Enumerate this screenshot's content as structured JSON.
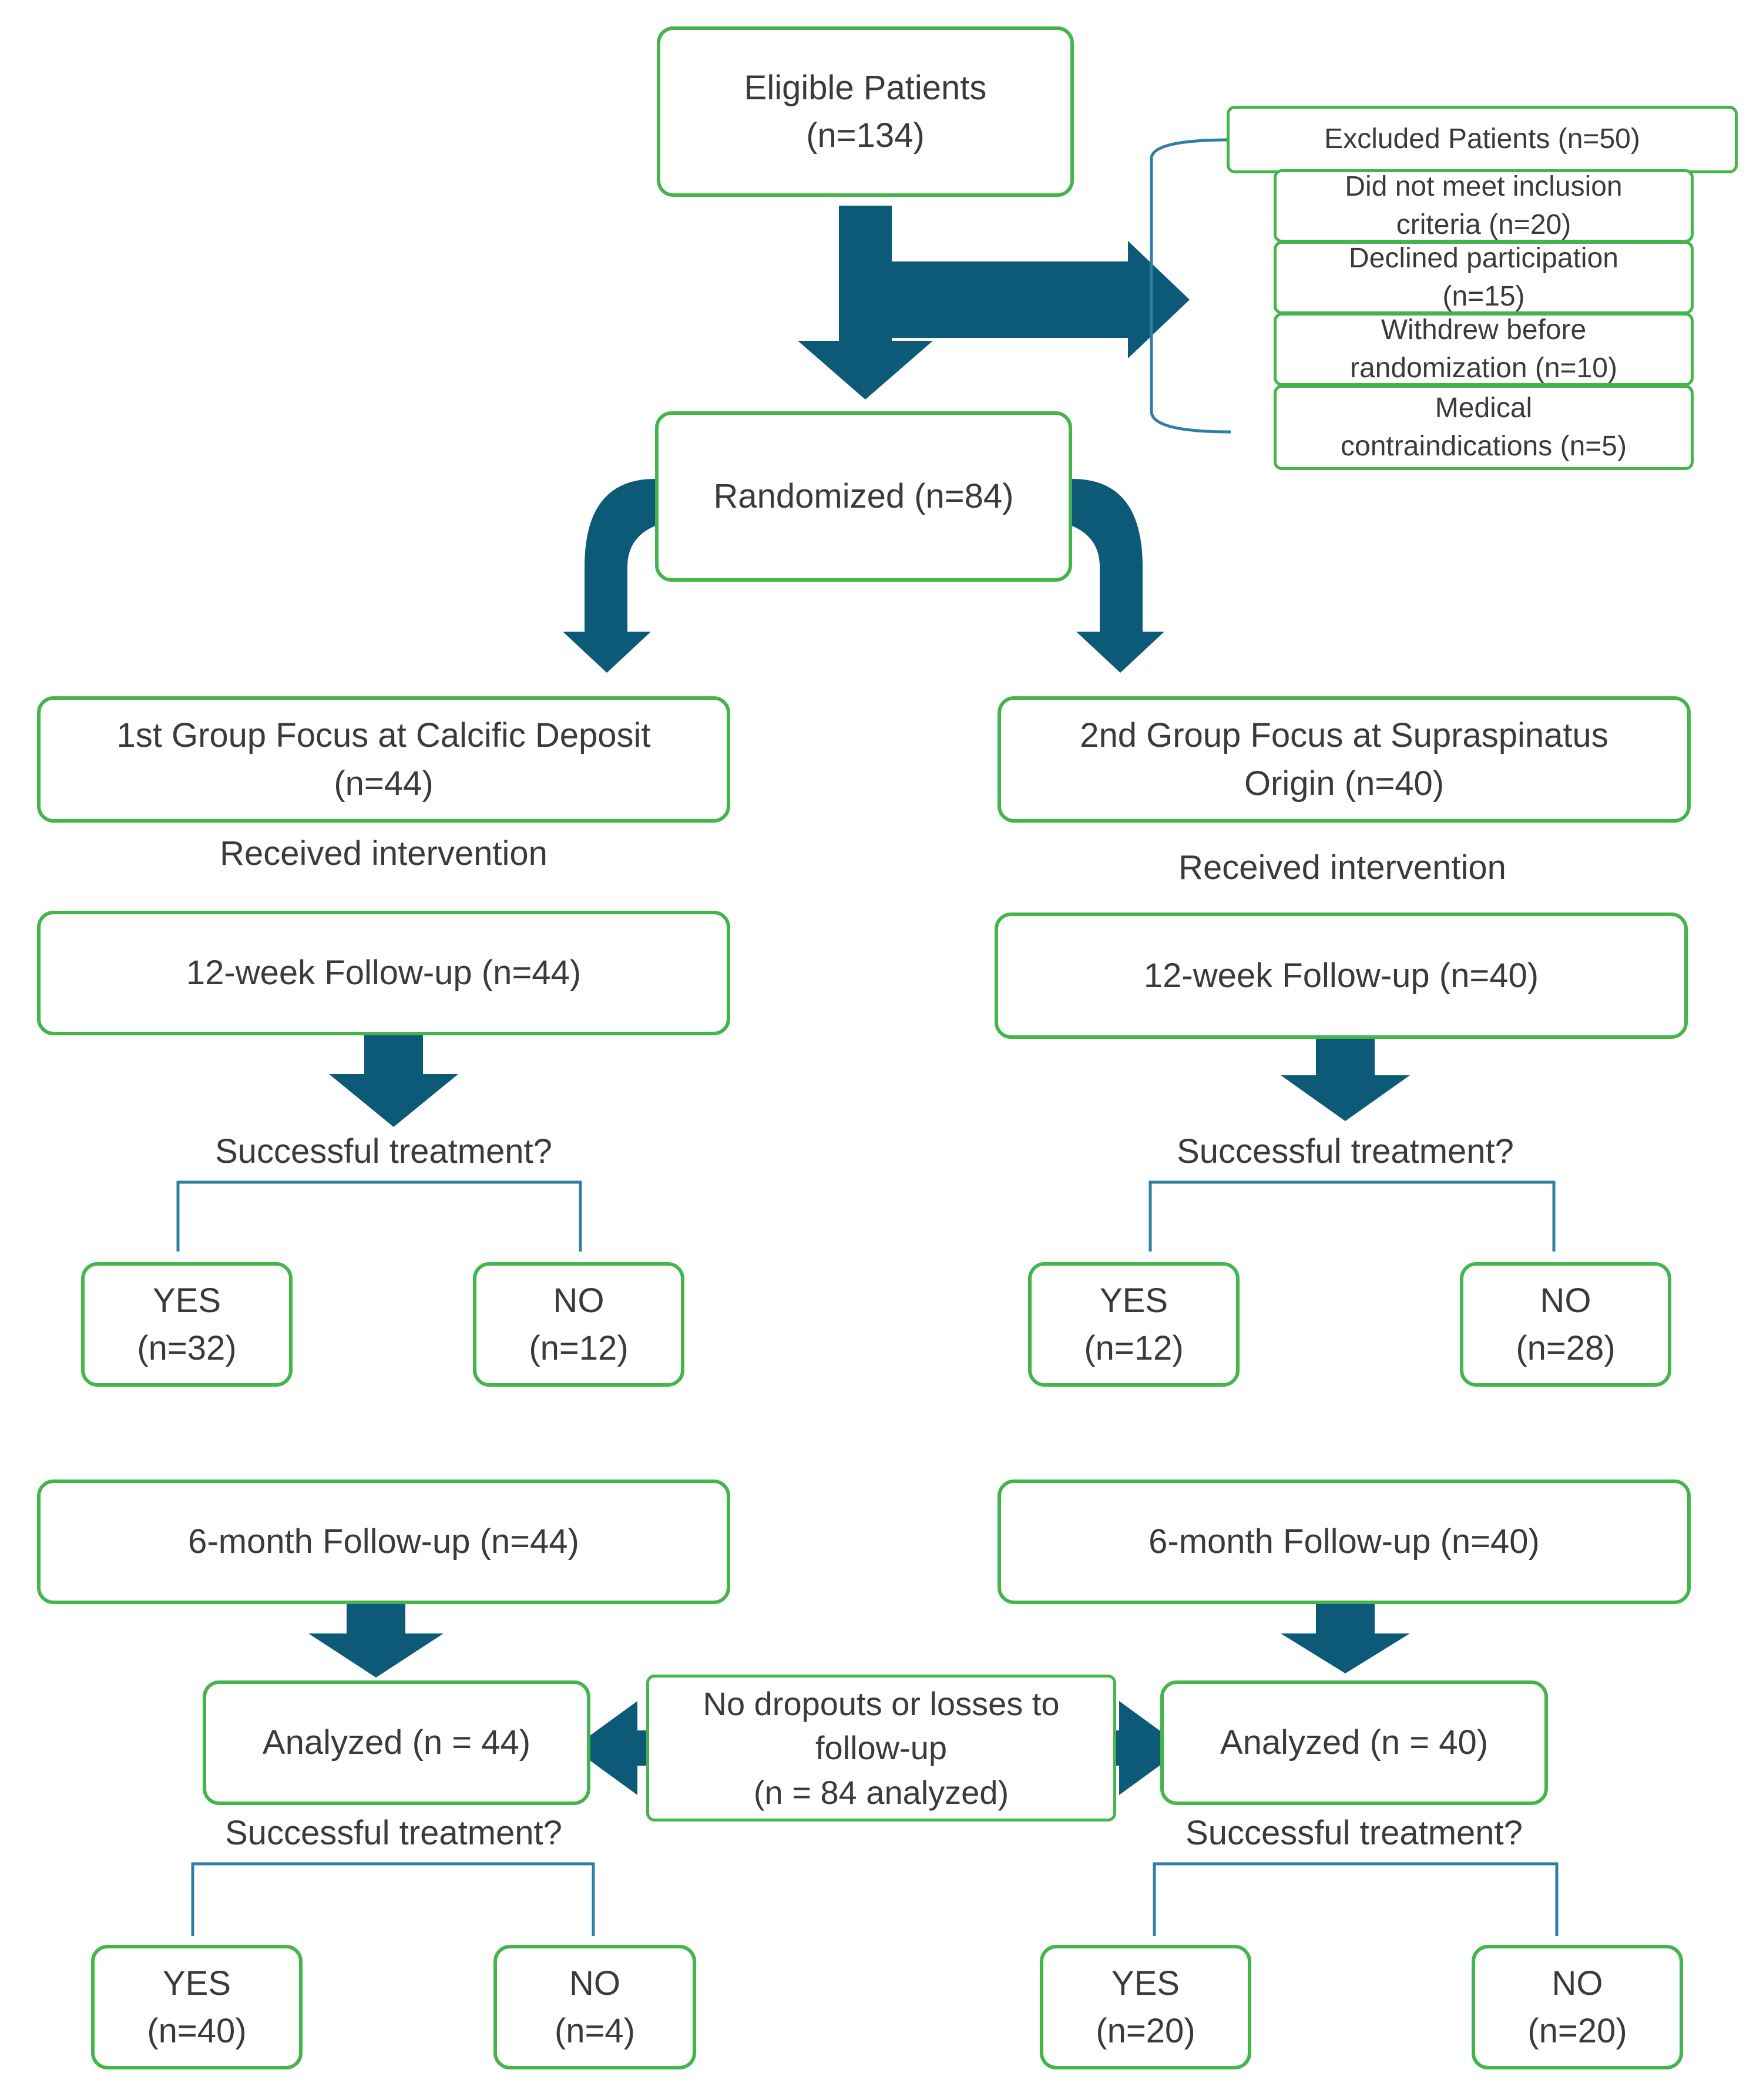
{
  "colors": {
    "box_border": "#43b54a",
    "arrow": "#0d5a78",
    "bracket": "#2f7fa3",
    "text": "#3a3a3a"
  },
  "eligible": "Eligible Patients\n(n=134)",
  "excluded": {
    "title": "Excluded Patients (n=50)",
    "reasons": [
      "Did not meet inclusion\ncriteria (n=20)",
      "Declined participation\n(n=15)",
      "Withdrew before\nrandomization (n=10)",
      "Medical\ncontraindications (n=5)"
    ]
  },
  "randomized": "Randomized (n=84)",
  "groups": [
    {
      "name": "1st Group Focus at Calcific Deposit\n(n=44)",
      "received": "Received intervention",
      "followup12": "12-week Follow-up (n=44)",
      "question12": "Successful treatment?",
      "yes12": "YES\n(n=32)",
      "no12": "NO\n(n=12)",
      "followup6": "6-month Follow-up (n=44)",
      "analyzed": "Analyzed (n = 44)",
      "question6": "Successful treatment?",
      "yes6": "YES\n(n=40)",
      "no6": "NO\n(n=4)"
    },
    {
      "name": "2nd Group Focus at Supraspinatus\nOrigin (n=40)",
      "received": "Received intervention",
      "followup12": "12-week Follow-up (n=40)",
      "question12": "Successful treatment?",
      "yes12": "YES\n(n=12)",
      "no12": "NO\n(n=28)",
      "followup6": "6-month Follow-up (n=40)",
      "analyzed": "Analyzed (n = 40)",
      "question6": "Successful treatment?",
      "yes6": "YES\n(n=20)",
      "no6": "NO\n(n=20)"
    }
  ],
  "dropouts": "No dropouts or losses to\nfollow-up\n(n = 84 analyzed)"
}
